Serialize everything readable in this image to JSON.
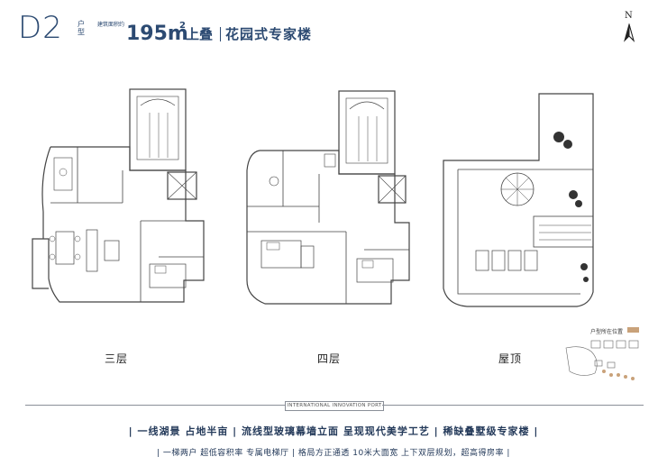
{
  "header": {
    "unit_code": "D2",
    "unit_label": "户型",
    "area_label": "建筑面积约",
    "area_value": "195m",
    "area_sup": "2",
    "type": "上叠",
    "name": "花园式专家楼"
  },
  "compass": {
    "label": "N",
    "icon": "north-arrow-icon"
  },
  "floors": [
    {
      "id": "3f",
      "label": "三层"
    },
    {
      "id": "4f",
      "label": "四层"
    },
    {
      "id": "roof",
      "label": "屋顶"
    }
  ],
  "location_map": {
    "title": "户型所在位置",
    "highlight_color": "#c9a27a"
  },
  "divider": {
    "badge": "INTERNATIONAL INNOVATION PORT"
  },
  "slogans": {
    "line1": "| 一线湖景 占地半亩 | 流线型玻璃幕墙立面 呈现现代美学工艺 | 稀缺叠墅级专家楼 |",
    "line2": "| 一梯两户 超低容积率 专属电梯厅 | 格局方正通透 10米大面宽 上下双层规划，超高得房率 |",
    "line3": ""
  },
  "colors": {
    "accent": "#2c4a72",
    "line": "#555555",
    "tree": "#333333"
  }
}
